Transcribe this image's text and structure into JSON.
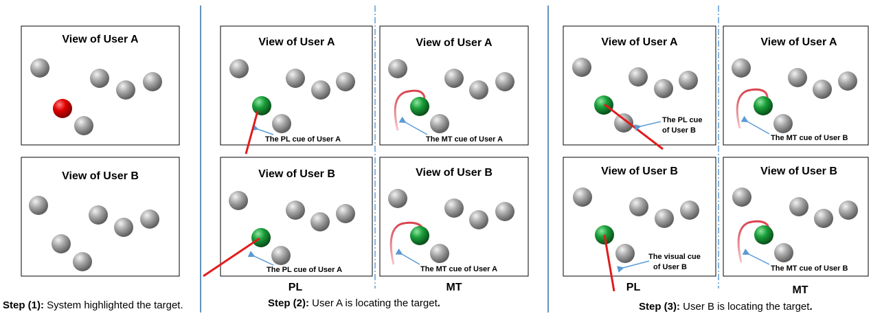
{
  "panels": {
    "step1": {
      "view_a_title": "View of User A",
      "view_b_title": "View of User B",
      "caption_step": "Step (1):",
      "caption_text": " System highlighted the target."
    },
    "step2": {
      "pl_view_a_title": "View of User A",
      "pl_view_a_cue": "The PL cue of User A",
      "pl_view_b_title": "View of User B",
      "pl_view_b_cue": "The PL cue of User A",
      "mt_view_a_title": "View of User A",
      "mt_view_a_cue": "The MT cue of User A",
      "mt_view_b_title": "View of User B",
      "mt_view_b_cue": "The MT cue of User A",
      "pl_label": "PL",
      "mt_label": "MT",
      "caption_step": "Step (2):",
      "caption_text": " User A is locating the target",
      "caption_end": "."
    },
    "step3": {
      "pl_view_a_title": "View of User A",
      "pl_view_a_cue_line1": "The PL cue",
      "pl_view_a_cue_line2": "of User B",
      "pl_view_b_title": "View of User B",
      "pl_view_b_cue_line1": "The visual cue",
      "pl_view_b_cue_line2": "of User B",
      "mt_view_a_title": "View of User A",
      "mt_view_a_cue": "The MT cue of User B",
      "mt_view_b_title": "View of User B",
      "mt_view_b_cue": "The MT cue of User B",
      "pl_label": "PL",
      "mt_label": "MT",
      "caption_step": "Step (3):",
      "caption_text": " User B is locating the target",
      "caption_end": "."
    }
  },
  "colors": {
    "sphere_gray": "#9a9a9a",
    "target_red": "#e00000",
    "target_green": "#1a9e3a",
    "pointer_red": "#e21b1b",
    "cue_arrow_blue": "#5b9bd5",
    "divider_blue": "#2f6fa7",
    "trail_red": "#d9434d"
  }
}
